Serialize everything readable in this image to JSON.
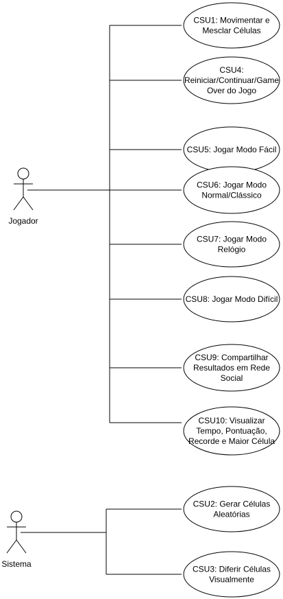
{
  "colors": {
    "background": "#ffffff",
    "stroke": "#000000",
    "text": "#000000"
  },
  "actors": {
    "jogador": {
      "label": "Jogador"
    },
    "sistema": {
      "label": "Sistema"
    }
  },
  "use_cases": {
    "csu1": {
      "lines": [
        "CSU1: Movimentar e",
        "Mesclar Células"
      ]
    },
    "csu4": {
      "lines": [
        "CSU4:",
        "Reiniciar/Continuar/Game",
        "Over do Jogo"
      ]
    },
    "csu5": {
      "lines": [
        "CSU5: Jogar Modo Fácil"
      ]
    },
    "csu6": {
      "lines": [
        "CSU6: Jogar Modo",
        "Normal/Clássico"
      ]
    },
    "csu7": {
      "lines": [
        "CSU7: Jogar Modo",
        "Relógio"
      ]
    },
    "csu8": {
      "lines": [
        "CSU8: Jogar Modo Difícil"
      ]
    },
    "csu9": {
      "lines": [
        "CSU9: Compartilhar",
        "Resultados em Rede",
        "Social"
      ]
    },
    "csu10": {
      "lines": [
        "CSU10: Visualizar",
        "Tempo, Pontuação,",
        "Recorde e Maior Célula"
      ]
    },
    "csu2": {
      "lines": [
        "CSU2: Gerar Células",
        "Aleatórias"
      ]
    },
    "csu3": {
      "lines": [
        "CSU3: Diferir Células",
        "Visualmente"
      ]
    }
  }
}
